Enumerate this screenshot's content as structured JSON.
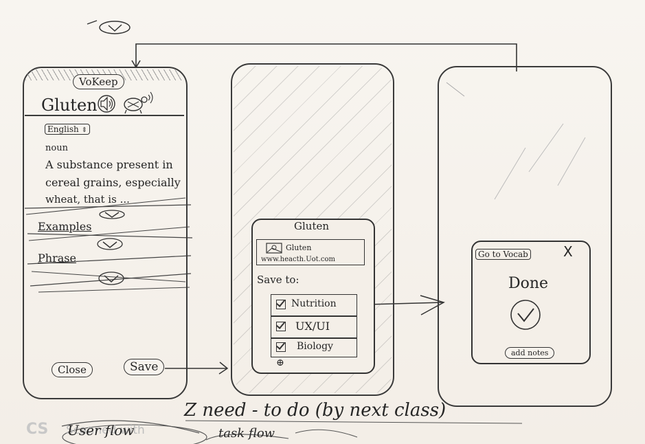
{
  "phone1": {
    "app_title": "VoKeep",
    "word": "Gluten",
    "language": "English",
    "pos": "noun",
    "definition_1": "A substance present in",
    "definition_2": "cereal grains, especially",
    "definition_3": "wheat, that is ...",
    "examples_label": "Examples",
    "phrase_label": "Phrase",
    "close_label": "Close",
    "save_label": "Save"
  },
  "phone2": {
    "dialog_title": "Gluten",
    "card_title": "Gluten",
    "card_url": "www.heacth.Uot.com",
    "save_to_label": "Save to:",
    "folders": [
      "Nutrition",
      "UX/UI",
      "Biology"
    ],
    "add_symbol": "⊕"
  },
  "phone3": {
    "go_to_vocab_label": "Go to Vocab",
    "close_symbol": "X",
    "done_label": "Done",
    "add_notes_label": "add notes"
  },
  "footer": {
    "todo_text": "Z need - to do (by next class)",
    "scanned_watermark": "Scanned with",
    "scan_logo": "CS",
    "note_left": "User flow",
    "note_right": "task flow"
  }
}
